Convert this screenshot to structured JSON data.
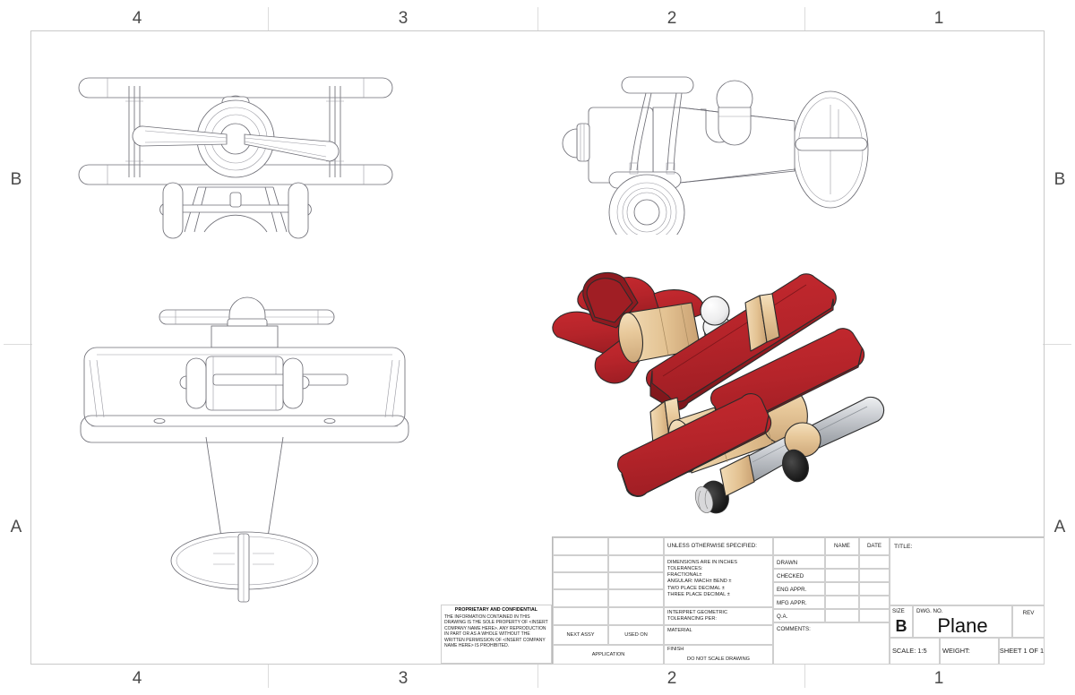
{
  "sheet": {
    "format": "B",
    "background": "#ffffff",
    "border_color": "#c9c9c9"
  },
  "zones": {
    "columns_top": [
      "4",
      "3",
      "2",
      "1"
    ],
    "columns_bottom": [
      "4",
      "3",
      "2",
      "1"
    ],
    "rows_left": [
      "B",
      "A"
    ],
    "rows_right": [
      "B",
      "A"
    ]
  },
  "views": {
    "front": {
      "name": "front-view",
      "label": ""
    },
    "right": {
      "name": "right-side-view",
      "label": ""
    },
    "top": {
      "name": "top-view",
      "label": ""
    },
    "isometric": {
      "name": "isometric-view",
      "label": ""
    }
  },
  "model_colors": {
    "wing_red": "#b5242a",
    "wing_red_dark": "#8e1a20",
    "wing_red_light": "#c93036",
    "wood_tan": "#e8c99b",
    "wood_tan_dark": "#d0ad7c",
    "wood_tan_light": "#f2debb",
    "propeller_silver": "#cfd2d6",
    "propeller_silver_dark": "#9ba0a6",
    "pilot_white": "#f2f2f4",
    "wheel_black": "#1a1a1a",
    "outline": "#2b2b2b"
  },
  "titleblock": {
    "unless_otherwise_specified": "UNLESS OTHERWISE SPECIFIED:",
    "tolerance_block": "DIMENSIONS ARE IN INCHES\nTOLERANCES:\nFRACTIONAL±\nANGULAR: MACH±     BEND ±\nTWO PLACE DECIMAL    ±\nTHREE PLACE DECIMAL  ±",
    "interpret_gd_t": "INTERPRET GEOMETRIC\nTOLERANCING PER:",
    "material_label": "MATERIAL",
    "material_value": "",
    "finish_label": "FINISH",
    "finish_value": "",
    "do_not_scale": "DO NOT SCALE DRAWING",
    "next_assy": "NEXT ASSY",
    "used_on": "USED ON",
    "application": "APPLICATION",
    "name_header": "NAME",
    "date_header": "DATE",
    "approval_rows": [
      {
        "label": "DRAWN",
        "name": "",
        "date": ""
      },
      {
        "label": "CHECKED",
        "name": "",
        "date": ""
      },
      {
        "label": "ENG APPR.",
        "name": "",
        "date": ""
      },
      {
        "label": "MFG APPR.",
        "name": "",
        "date": ""
      },
      {
        "label": "Q.A.",
        "name": "",
        "date": ""
      }
    ],
    "comments_label": "COMMENTS:",
    "comments_value": "",
    "title_label": "TITLE:",
    "title_value": "",
    "size_label": "SIZE",
    "size_value": "B",
    "dwg_no_label": "DWG.  NO.",
    "dwg_no_value": "Plane",
    "rev_label": "REV",
    "rev_value": "",
    "scale_label": "SCALE: 1:5",
    "weight_label": "WEIGHT:",
    "sheet_label": "SHEET 1 OF 1"
  },
  "proprietary": {
    "heading": "PROPRIETARY AND CONFIDENTIAL",
    "body": "THE INFORMATION CONTAINED IN THIS DRAWING IS THE SOLE PROPERTY OF <INSERT COMPANY NAME HERE>.  ANY REPRODUCTION IN PART OR AS A WHOLE WITHOUT THE WRITTEN PERMISSION OF <INSERT COMPANY NAME HERE> IS PROHIBITED."
  }
}
